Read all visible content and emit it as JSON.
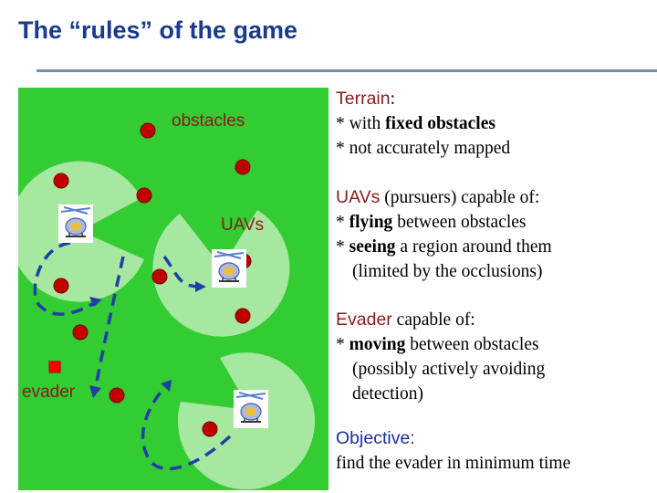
{
  "title": "The “rules” of the game",
  "diagram": {
    "labels": {
      "obstacles": "obstacles",
      "uavs": "UAVs",
      "evader": "evader"
    },
    "colors": {
      "field": "#33cc33",
      "vision": "#a6e8a0",
      "obstacle": "#c00000",
      "path": "#1f3fa8",
      "evader": "#ff0000"
    }
  },
  "terrain": {
    "heading": "Terrain",
    "colon": ":",
    "l1_prefix": "* with ",
    "l1_bold": "fixed obstacles",
    "l2": "* not accurately mapped"
  },
  "uavs": {
    "heading": "UAVs",
    "heading_rest": " (pursuers) capable of:",
    "l1_prefix": "* ",
    "l1_bold": "flying",
    "l1_rest": " between obstacles",
    "l2_prefix": "* ",
    "l2_bold": "seeing",
    "l2_rest": " a region around them",
    "l3": "(limited by the occlusions)"
  },
  "evader": {
    "heading": "Evader",
    "heading_rest": " capable of:",
    "l1_prefix": "* ",
    "l1_bold": "moving",
    "l1_rest": " between obstacles",
    "l2": "(possibly actively avoiding",
    "l3": "detection)"
  },
  "objective": {
    "heading": "Objective:",
    "text": "find the evader in minimum time"
  }
}
